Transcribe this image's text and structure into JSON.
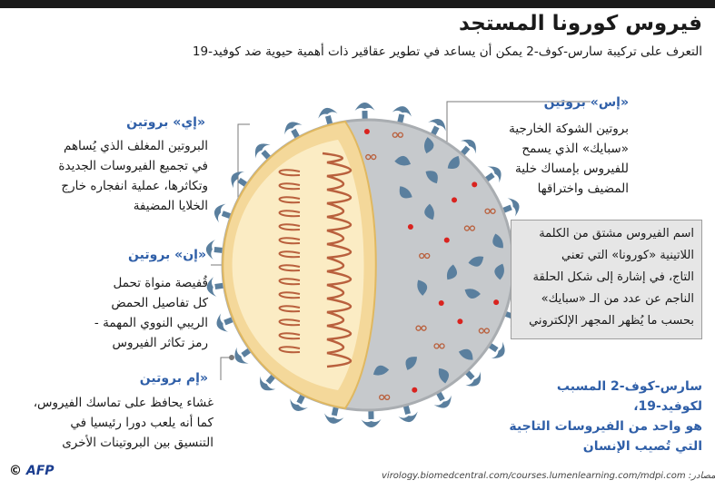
{
  "title": "فيروس كورونا المستجد",
  "subtitle": "التعرف على تركيبة سارس-كوف-2 يمكن أن يساعد في تطوير عقاقير ذات أهمية حيوية ضد كوفيد-19",
  "s_protein": {
    "label": "«إس» بروتين",
    "lines": [
      "بروتين الشوكة الخارجية",
      "«سبايك» الذي يسمح",
      "للفيروس بإمساك خلية",
      "المضيف واختراقها"
    ]
  },
  "e_protein": {
    "label": "«إي» بروتين",
    "lines": [
      "البروتين المغلف الذي يُساهم",
      "في تجميع الفيروسات الجديدة",
      "وتكاثرها، عملية انفجاره خارج",
      "الخلايا المضيفة"
    ]
  },
  "n_protein": {
    "label": "«إن» بروتين",
    "lines": [
      "قُفيصة منواة تحمل",
      "كل تفاصيل الحمض",
      "الريبي النووي المهمة -",
      "رمز تكاثر الفيروس"
    ]
  },
  "m_protein": {
    "label": "«إم بروتين",
    "lines": [
      "غشاء يحافظ على تماسك الفيروس،",
      "كما أنه يلعب دورا رئيسيا في",
      "التنسيق بين البروتينات الأخرى"
    ]
  },
  "name_box": {
    "lines": [
      "اسم الفيروس مشتق من الكلمة",
      "اللاتينية «كورونا» التي تعني",
      "التاج، في إشارة إلى شكل الحلقة",
      "الناجم عن عدد من الـ «سبايك»",
      "بحسب ما يُظهر المجهر الإلكتروني"
    ]
  },
  "blue_note": {
    "lines": [
      "سارس-كوف-2 المسبب لكوفيد-19،",
      "هو واحد من الفيروسات التاجية",
      "التي تُصيب الإنسان"
    ]
  },
  "source": "المصادر: virology.biomedcentral.com/courses.lumenlearning.com/mdpi.com",
  "logo": {
    "copyright": "©",
    "agency": "AFP"
  },
  "colors": {
    "spike": "#5a7f9e",
    "envelope": "#c6c9cc",
    "membrane": "#f4d89a",
    "rna": "#b9603d",
    "label_blue": "#2f5fa8",
    "red_dot": "#d9231f"
  }
}
